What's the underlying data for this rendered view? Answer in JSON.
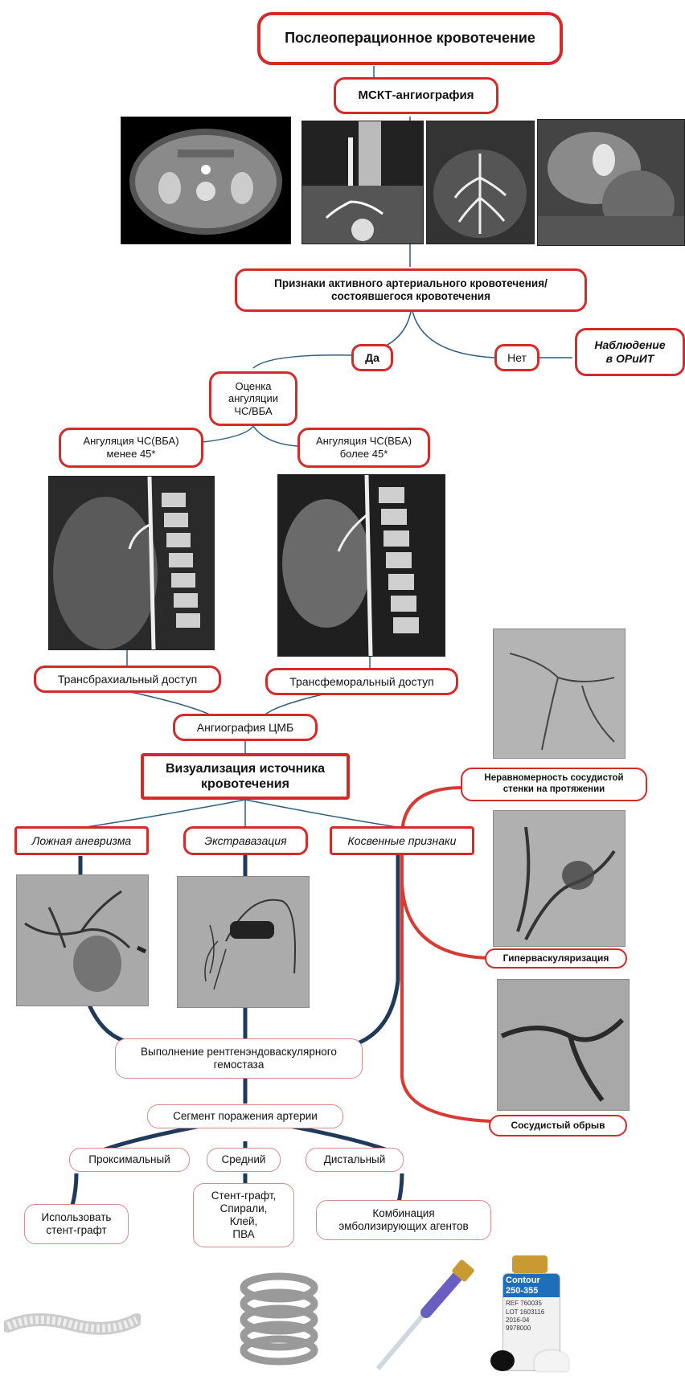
{
  "nodes": {
    "title": "Послеоперационное кровотечение",
    "msct": "МСКТ-ангиография",
    "signs_l1": "Признаки активного артериального кровотечения/",
    "signs_l2": "состоявшегося кровотечения",
    "yes": "Да",
    "no": "Нет",
    "observe_l1": "Наблюдение",
    "observe_l2": "в ОРиИТ",
    "angle_l1": "Оценка",
    "angle_l2": "ангуляции",
    "angle_l3": "ЧС/ВБА",
    "less_l1": "Ангуляция ЧС(ВБА)",
    "less_l2": "менее 45*",
    "more_l1": "Ангуляция ЧС(ВБА)",
    "more_l2": "более 45*",
    "transbrachial": "Трансбрахиальный доступ",
    "transfemoral": "Трансфеморальный доступ",
    "angiography": "Ангиография ЦМБ",
    "visual_l1": "Визуализация источника",
    "visual_l2": "кровотечения",
    "pseudo": "Ложная аневризма",
    "extra": "Экстравазация",
    "indirect": "Косвенные признаки",
    "uneven_l1": "Неравномерность сосудистой",
    "uneven_l2": "стенки на протяжении",
    "hyper": "Гиперваскуляризация",
    "cutoff": "Сосудистый обрыв",
    "hemostasis_l1": "Выполнение рентгенэндоваскулярного",
    "hemostasis_l2": "гемостаза",
    "segment": "Сегмент поражения артерии",
    "proximal": "Проксимальный",
    "middle": "Средний",
    "distal": "Дистальный",
    "use_l1": "Использовать",
    "use_l2": "стент-графт",
    "mid_l1": "Стент-графт,",
    "mid_l2": "Спирали,",
    "mid_l3": "Клей,",
    "mid_l4": "ПВА",
    "combo_l1": "Комбинация",
    "combo_l2": "эмболизирующих агентов"
  },
  "product_labels": {
    "contour_brand": "Contour",
    "contour_size": "250-355",
    "contour_ref1": "REF 760035",
    "contour_ref2": "LOT 1603116",
    "contour_date": "2016-04",
    "contour_code": "9978000"
  },
  "colors": {
    "accent_red": "#d42a2a",
    "connector_blue": "#2d5d80",
    "connector_navy": "#1f3a5a",
    "curve_red": "#d83a34"
  }
}
